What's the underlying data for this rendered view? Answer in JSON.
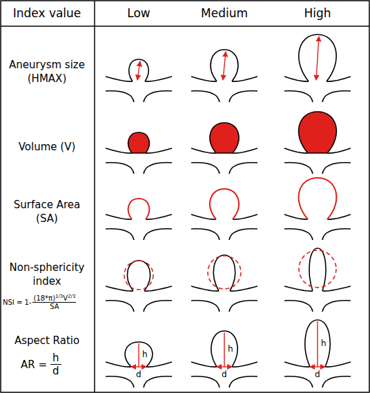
{
  "diagram": {
    "labels": [
      "Index value",
      "Low",
      "Medium",
      "High",
      "Aneurysm size (HMAX)",
      "Volume (V)",
      "Surface Area (SA)",
      "Non-sphericity index",
      "NSI = 1-",
      "(18*π)",
      "1/3",
      "V",
      "2/3",
      "SA",
      "Aspect Ratio",
      "AR =",
      "h",
      "d",
      "h",
      "d",
      "h",
      "d",
      "h",
      "d"
    ]
  }
}
